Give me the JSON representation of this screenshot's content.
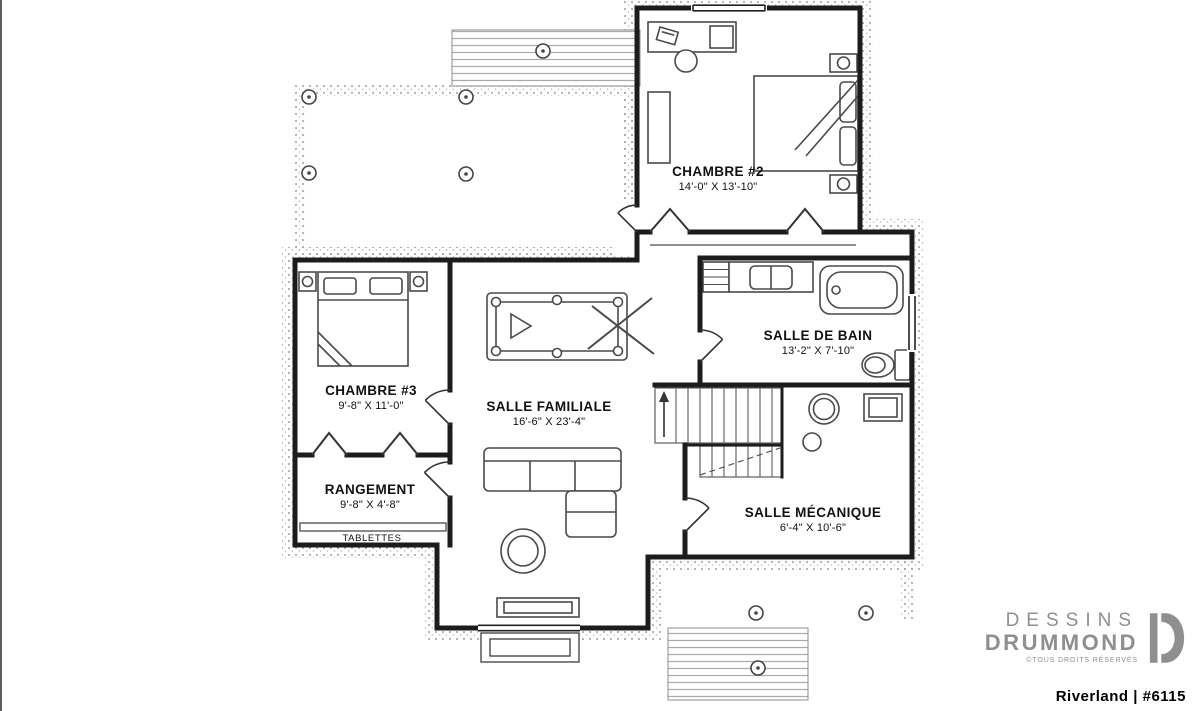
{
  "rooms": {
    "chambre2": {
      "name": "CHAMBRE #2",
      "dims": "14'-0\" X 13'-10\""
    },
    "salle_de_bain": {
      "name": "SALLE DE BAIN",
      "dims": "13'-2\" X 7'-10\""
    },
    "chambre3": {
      "name": "CHAMBRE #3",
      "dims": "9'-8\" X 11'-0\""
    },
    "salle_familiale": {
      "name": "SALLE FAMILIALE",
      "dims": "16'-6\" X 23'-4\""
    },
    "rangement": {
      "name": "RANGEMENT",
      "dims": "9'-8\" X 4'-8\""
    },
    "salle_mecanique": {
      "name": "SALLE MÉCANIQUE",
      "dims": "6'-4\" X 10'-6\""
    }
  },
  "annotations": {
    "tablettes": "TABLETTES"
  },
  "branding": {
    "brand_line1": "DESSINS",
    "brand_line2": "DRUMMOND",
    "rights": "©TOUS DROITS RÉSERVÉS",
    "plan_title": "Riverland | #6115"
  },
  "colors": {
    "wall": "#1c1c1c",
    "furniture": "#4a4a4a",
    "stipple": "#a0a0a0",
    "hatch": "#aaaaaa",
    "brand_gray": "#8f8f8f"
  }
}
